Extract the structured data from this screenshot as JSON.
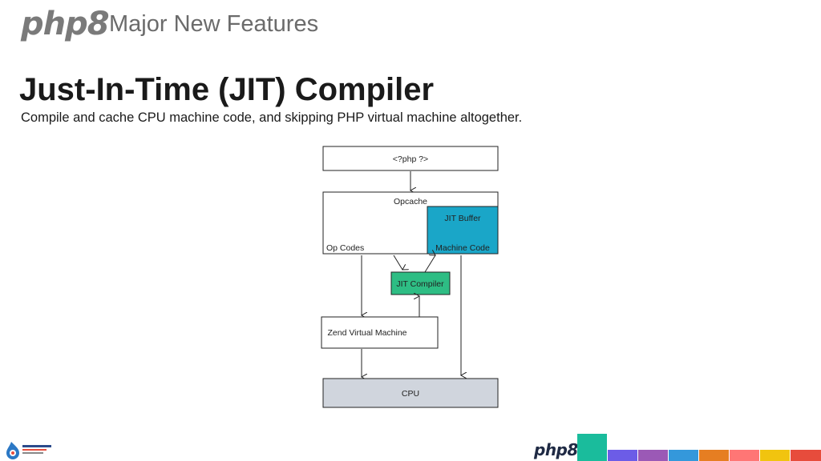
{
  "header": {
    "logo_text": "php8",
    "title": "Major New Features"
  },
  "slide": {
    "title": "Just-In-Time (JIT) Compiler",
    "subtitle": "Compile and cache CPU machine code, and skipping PHP virtual machine altogether."
  },
  "diagram": {
    "php_tag": "<?php ?>",
    "opcache": "Opcache",
    "op_codes": "Op Codes",
    "jit_buffer": "JIT Buffer",
    "machine_code": "Machine Code",
    "jit_compiler": "JIT Compiler",
    "zend_vm": "Zend Virtual Machine",
    "cpu": "CPU",
    "colors": {
      "jit_buffer": "#1aa6c8",
      "jit_compiler": "#2ebd84",
      "cpu": "#d0d5dd"
    }
  },
  "footer": {
    "logo_text": "php8",
    "event_logo": "DrupalCon",
    "stripe_colors": [
      "#1abc9c",
      "#6c5ce7",
      "#9b59b6",
      "#3498db",
      "#e67e22",
      "#ff7675",
      "#f1c40f",
      "#e74c3c"
    ]
  }
}
